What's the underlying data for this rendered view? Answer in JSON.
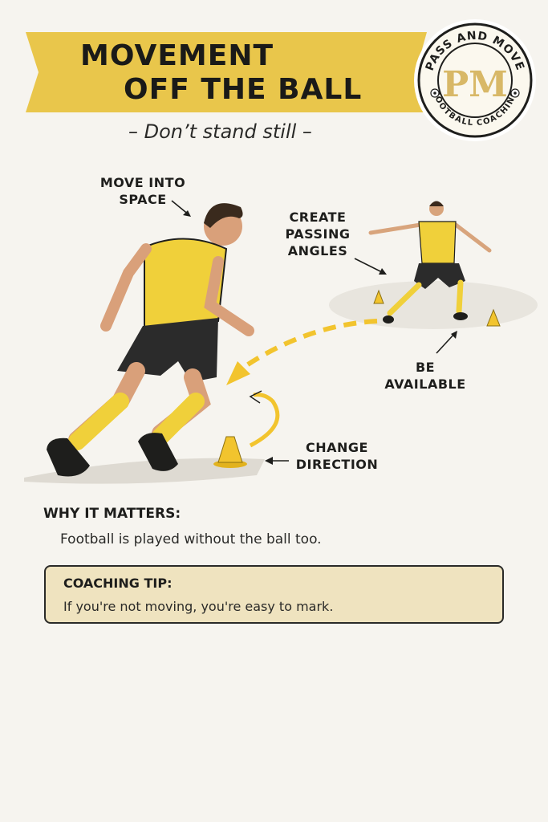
{
  "header": {
    "title_line1": "MOVEMENT",
    "title_line2": "OFF THE BALL",
    "subtitle": "– Don’t stand still –",
    "banner_color": "#e9c64b"
  },
  "logo": {
    "top_text": "PASS AND MOVE",
    "bottom_left_text": "FOOTBALL",
    "bottom_right_text": "COACHING",
    "monogram": "PM",
    "gold_color": "#d8b867"
  },
  "scene": {
    "callouts": {
      "move_into_space": "MOVE INTO\nSPACE",
      "create_passing_angles": "CREATE\nPASSING\nANGLES",
      "be_available": "BE\nAVAILABLE",
      "change_direction": "CHANGE\nDIRECTION"
    },
    "kit_color": "#f0d03a",
    "shorts_color": "#2b2b2b",
    "cone_color": "#f2c42e"
  },
  "why": {
    "heading": "WHY IT MATTERS:",
    "text": "Football is played without the ball too."
  },
  "tip": {
    "heading": "COACHING TIP:",
    "text": "If you're not moving, you're easy to mark.",
    "background": "#efe3bf"
  }
}
